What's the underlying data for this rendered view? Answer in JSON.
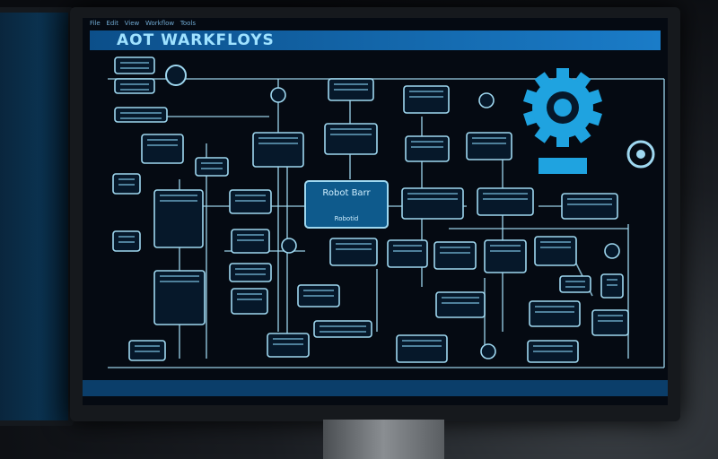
{
  "screen": {
    "title": "AOT WARKFLOYS",
    "menu": [
      "File",
      "Edit",
      "View",
      "Workflow",
      "Tools"
    ],
    "center_node": {
      "label": "Robot Barr",
      "sub": "Robotid"
    },
    "node_color": "#0e5a8c",
    "line_color": "#9fd8f0",
    "gear_color": "#1fa3e0"
  }
}
